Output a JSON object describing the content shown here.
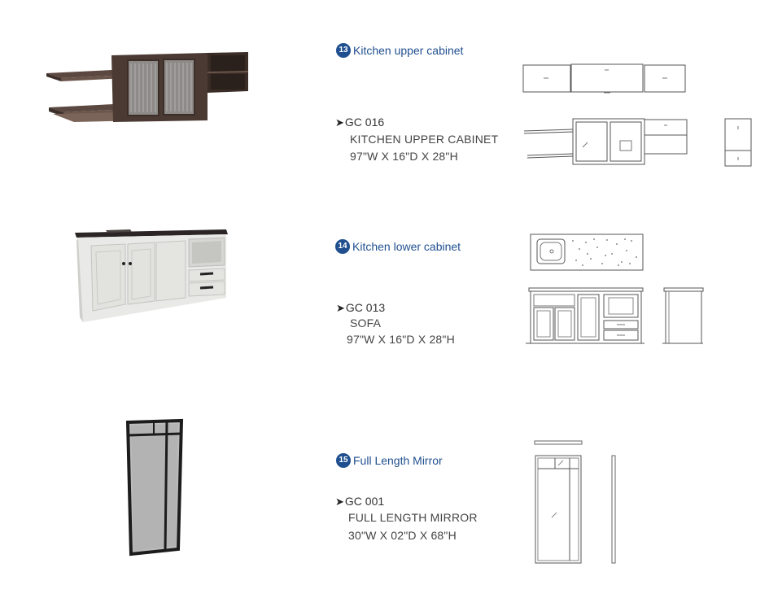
{
  "products": [
    {
      "number": "13",
      "heading": "Kitchen upper cabinet",
      "code": "GC 016",
      "name": "KITCHEN UPPER CABINET",
      "dimensions": "97\"W X 16\"D X 28\"H"
    },
    {
      "number": "14",
      "heading": "Kitchen lower cabinet",
      "code": "GC 013",
      "name": "SOFA",
      "dimensions": "97\"W X 16\"D X 28\"H"
    },
    {
      "number": "15",
      "heading": "Full Length Mirror",
      "code": "GC 001",
      "name": "FULL LENGTH MIRROR",
      "dimensions": "30\"W X 02\"D X 68\"H"
    }
  ],
  "arrow_glyph": "➤",
  "colors": {
    "heading_blue": "#1f4f8f",
    "wood_dark": "#4a3a33",
    "countertop": "#2b2625",
    "cabinet_white": "#e9e9e7",
    "mirror_frame": "#1c1c1c"
  }
}
